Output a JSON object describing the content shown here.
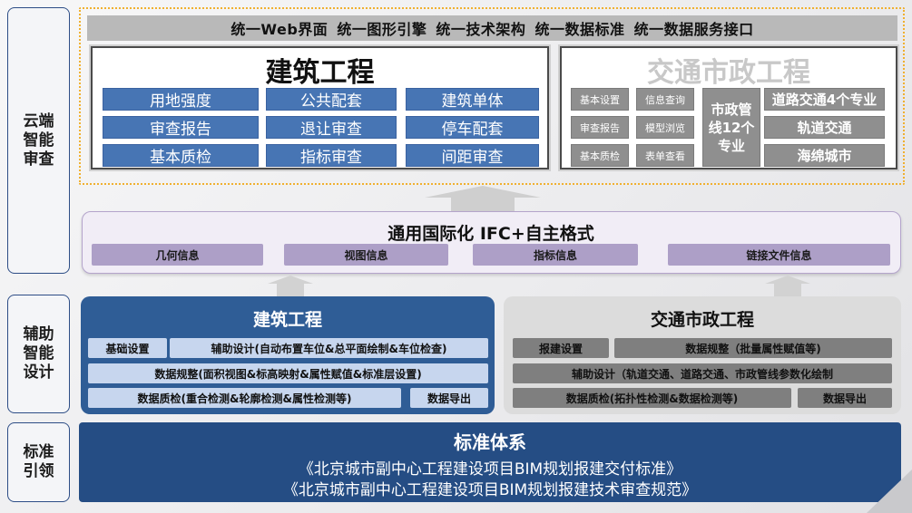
{
  "side_labels": {
    "cloud": "云端\n智能\n审查",
    "aux": "辅助\n智能\n设计",
    "std": "标准\n引领"
  },
  "top_bar": "统一Web界面  统一图形引擎  统一技术架构  统一数据标准   统一数据服务接口",
  "arch_panel": {
    "title": "建筑工程",
    "items": [
      "用地强度",
      "公共配套",
      "建筑单体",
      "审查报告",
      "退让审查",
      "停车配套",
      "基本质检",
      "指标审查",
      "间距审查"
    ]
  },
  "traffic_panel": {
    "title": "交通市政工程",
    "small_items": [
      "基本设置",
      "信息查询",
      "审查报告",
      "模型浏览",
      "基本质检",
      "表单查看"
    ],
    "center_item": "市政管\n线12个\n专业",
    "right_items": [
      "道路交通4个专业",
      "轨道交通",
      "海绵城市"
    ]
  },
  "ifc": {
    "title": "通用国际化  IFC+自主格式",
    "items": [
      "几何信息",
      "视图信息",
      "指标信息",
      "链接文件信息"
    ]
  },
  "aux_arch": {
    "title": "建筑工程",
    "rows": [
      [
        "基础设置",
        "辅助设计(自动布置车位&总平面绘制&车位检查)"
      ],
      [
        "数据规整(面积视图&标高映射&属性赋值&标准层设置)"
      ],
      [
        "数据质检(重合检测&轮廓检测&属性检测等)",
        "数据导出"
      ]
    ]
  },
  "aux_traffic": {
    "title": "交通市政工程",
    "rows": [
      [
        "报建设置",
        "数据规整（批量属性赋值等)"
      ],
      [
        "辅助设计（轨道交通、道路交通、市政管线参数化绘制"
      ],
      [
        "数据质检(拓扑性检测&数据检测等)",
        "数据导出"
      ]
    ]
  },
  "standards": {
    "title": "标准体系",
    "lines": [
      "《北京城市副中心工程建设项目BIM规划报建交付标准》",
      "《北京城市副中心工程建设项目BIM规划报建技术审查规范》"
    ]
  },
  "colors": {
    "accent_blue": "#2f5d96",
    "button_blue": "#4775b4",
    "dotted_orange": "#f0b030",
    "purple": "#ad9fc7",
    "standards_blue": "#254d84"
  }
}
